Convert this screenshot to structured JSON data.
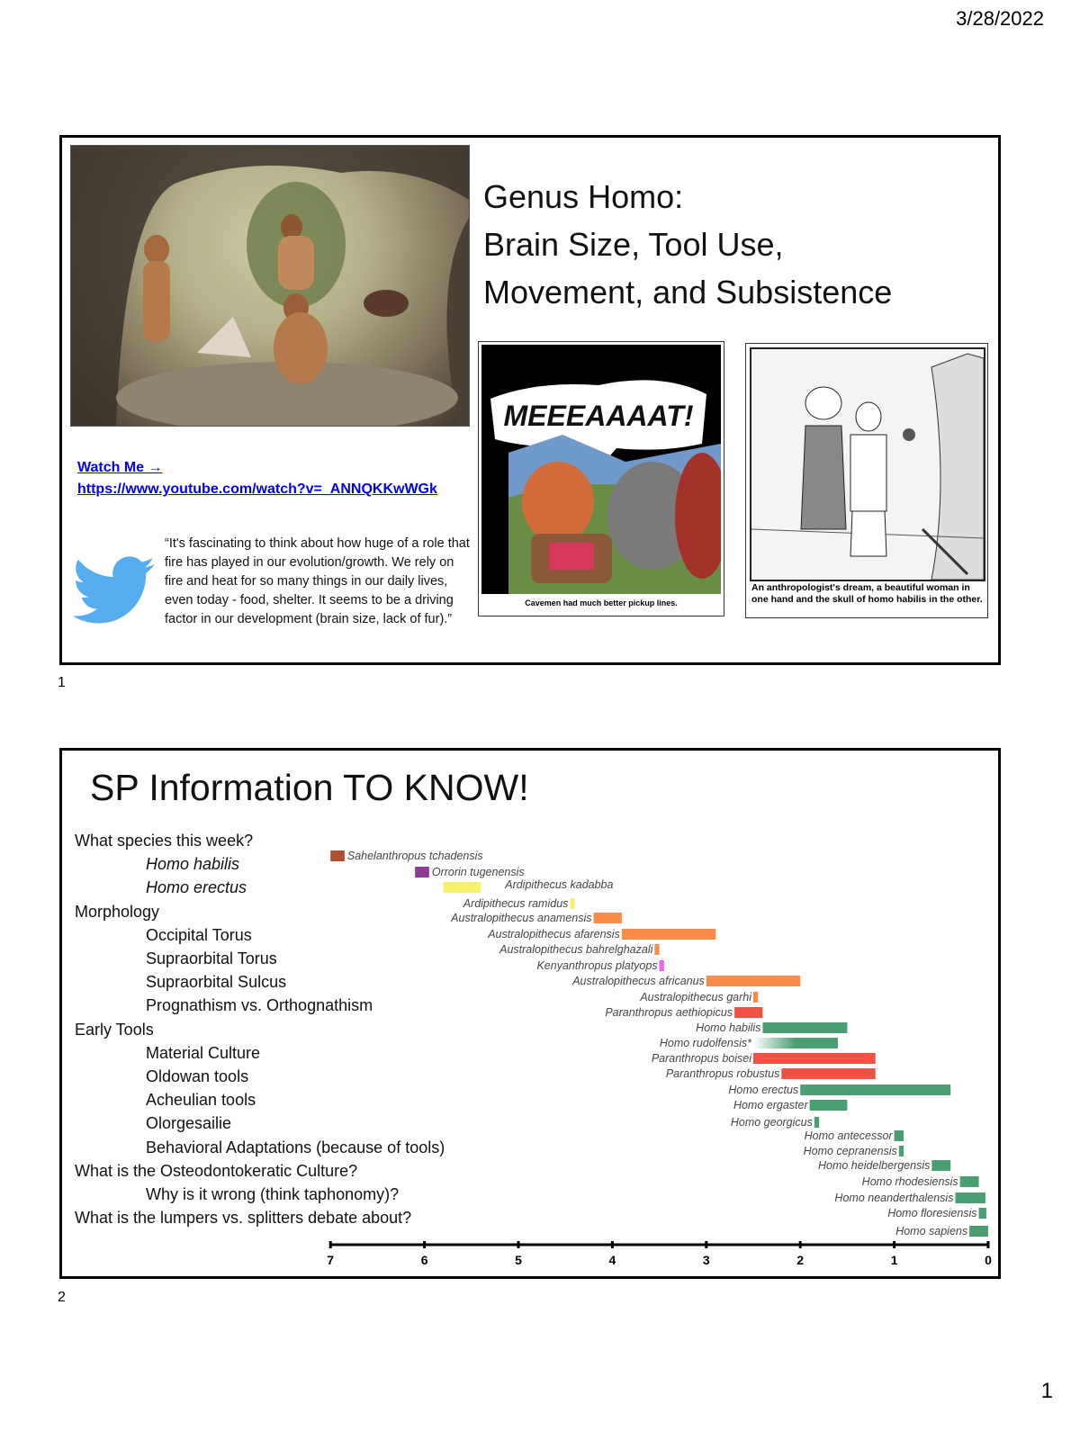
{
  "header": {
    "date": "3/28/2022"
  },
  "slide1": {
    "number": "1",
    "title_lines": [
      "Genus Homo:",
      "Brain Size, Tool Use,",
      "Movement, and Subsistence"
    ],
    "watch_label": "Watch Me →",
    "watch_url": "https://www.youtube.com/watch?v=_ANNQKKwWGk",
    "twitter_icon": "twitter-bird-icon",
    "twitter_color": "#55ACEE",
    "quote": "“It's fascinating to think about how huge of a role that fire has played in our evolution/growth. We rely on fire and heat for so many things in our daily lives, even today - food, shelter. It seems to be a driving factor in our development (brain size, lack of fur).”",
    "comic1": {
      "lettering": "MEEEAAAAT!",
      "caption": "Cavemen had much better pickup lines."
    },
    "comic2": {
      "caption": "An anthropologist's dream, a beautiful woman in one hand and the skull of homo habilis in the other."
    }
  },
  "slide2": {
    "number": "2",
    "title": "SP Information TO KNOW!",
    "items": [
      {
        "text": "What species this week?",
        "level": 0
      },
      {
        "text": "Homo habilis",
        "level": 1,
        "italic": true
      },
      {
        "text": "Homo erectus",
        "level": 1,
        "italic": true
      },
      {
        "text": "Morphology",
        "level": 0
      },
      {
        "text": "Occipital Torus",
        "level": 1
      },
      {
        "text": "Supraorbital Torus",
        "level": 1
      },
      {
        "text": "Supraorbital Sulcus",
        "level": 1
      },
      {
        "text": "Prognathism vs. Orthognathism",
        "level": 1
      },
      {
        "text": "Early Tools",
        "level": 0
      },
      {
        "text": "Material Culture",
        "level": 1
      },
      {
        "text": "Oldowan tools",
        "level": 1
      },
      {
        "text": "Acheulian tools",
        "level": 1
      },
      {
        "text": "Olorgesailie",
        "level": 1
      },
      {
        "text": "Behavioral Adaptations (because of tools)",
        "level": 1
      },
      {
        "text": "What is the Osteodontokeratic Culture?",
        "level": 0
      },
      {
        "text": "Why is it wrong (think taphonomy)?",
        "level": 1
      },
      {
        "text": "What is the lumpers vs. splitters debate about?",
        "level": 0
      }
    ]
  },
  "chart_data": {
    "type": "bar",
    "orientation": "horizontal-range",
    "xlabel": "",
    "xlim": [
      7,
      0
    ],
    "x_ticks": [
      "7",
      "6",
      "5",
      "4",
      "3",
      "2",
      "1",
      "0"
    ],
    "grid": false,
    "series": [
      {
        "name": "Sahelanthropus tchadensis",
        "start": 7.0,
        "end": 6.85,
        "color": "#B0502E"
      },
      {
        "name": "Orrorin tugenensis",
        "start": 6.1,
        "end": 5.95,
        "color": "#8E3A96"
      },
      {
        "name": "Ardipithecus kadabba",
        "start": 5.8,
        "end": 5.4,
        "color": "#F7F06A"
      },
      {
        "name": "Ardipithecus ramidus",
        "start": 4.45,
        "end": 4.4,
        "color": "#F7F06A"
      },
      {
        "name": "Australopithecus anamensis",
        "start": 4.2,
        "end": 3.9,
        "color": "#F98C4A"
      },
      {
        "name": "Australopithecus afarensis",
        "start": 3.9,
        "end": 2.9,
        "color": "#F98C4A"
      },
      {
        "name": "Australopithecus bahrelghazali",
        "start": 3.55,
        "end": 3.5,
        "color": "#F98C4A"
      },
      {
        "name": "Kenyanthropus platyops",
        "start": 3.5,
        "end": 3.45,
        "color": "#EE66EE"
      },
      {
        "name": "Australopithecus africanus",
        "start": 3.0,
        "end": 2.0,
        "color": "#F98C4A"
      },
      {
        "name": "Australopithecus garhi",
        "start": 2.5,
        "end": 2.45,
        "color": "#F98C4A"
      },
      {
        "name": "Paranthropus aethiopicus",
        "start": 2.7,
        "end": 2.4,
        "color": "#F25042"
      },
      {
        "name": "Homo habilis",
        "start": 2.4,
        "end": 1.5,
        "color": "#4A9F72"
      },
      {
        "name": "Homo rudolfensis*",
        "start": 2.5,
        "end": 1.6,
        "color": "#4A9F72",
        "fade": true
      },
      {
        "name": "Paranthropus boisei",
        "start": 2.5,
        "end": 1.2,
        "color": "#F25042"
      },
      {
        "name": "Paranthropus robustus",
        "start": 2.2,
        "end": 1.2,
        "color": "#F25042"
      },
      {
        "name": "Homo erectus",
        "start": 2.0,
        "end": 0.4,
        "color": "#4A9F72"
      },
      {
        "name": "Homo ergaster",
        "start": 1.9,
        "end": 1.5,
        "color": "#4A9F72"
      },
      {
        "name": "Homo georgicus",
        "start": 1.85,
        "end": 1.8,
        "color": "#4A9F72"
      },
      {
        "name": "Homo antecessor",
        "start": 1.0,
        "end": 0.9,
        "color": "#4A9F72"
      },
      {
        "name": "Homo cepranensis",
        "start": 0.95,
        "end": 0.9,
        "color": "#4A9F72"
      },
      {
        "name": "Homo heidelbergensis",
        "start": 0.6,
        "end": 0.4,
        "color": "#4A9F72"
      },
      {
        "name": "Homo rhodesiensis",
        "start": 0.3,
        "end": 0.1,
        "color": "#4A9F72"
      },
      {
        "name": "Homo neanderthalensis",
        "start": 0.35,
        "end": 0.03,
        "color": "#4A9F72"
      },
      {
        "name": "Homo floresiensis",
        "start": 0.1,
        "end": 0.02,
        "color": "#4A9F72"
      },
      {
        "name": "Homo sapiens",
        "start": 0.2,
        "end": 0.0,
        "color": "#4A9F72"
      }
    ]
  },
  "footer": {
    "page_number": "1"
  }
}
